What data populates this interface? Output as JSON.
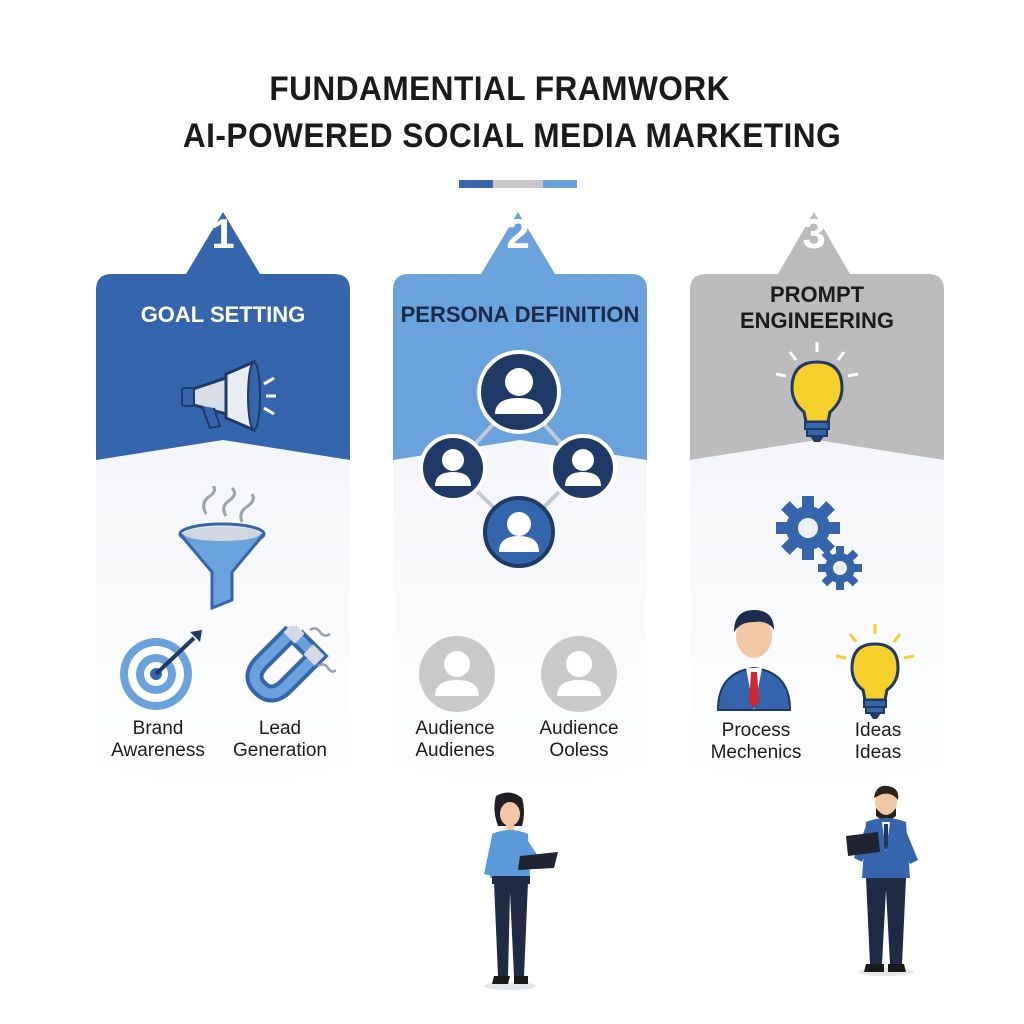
{
  "header": {
    "title_line1": "FUNDAMENTIAL FRAMWORK",
    "title_line2": "AI-POWERED SOCIAL MEDIA MARKETING"
  },
  "colors": {
    "blue_dark": "#3566ad",
    "blue_light": "#6aa3dc",
    "gray": "#bcbcbc",
    "navy": "#203a66"
  },
  "columns": [
    {
      "number": "1",
      "title": "GOAL SETTING",
      "items": [
        {
          "label_line1": "Brand",
          "label_line2": "Awareness",
          "icon": "target-icon"
        },
        {
          "label_line1": "Lead",
          "label_line2": "Generation",
          "icon": "magnet-icon"
        }
      ]
    },
    {
      "number": "2",
      "title": "PERSONA DEFINITION",
      "items": [
        {
          "label_line1": "Audience",
          "label_line2": "Audienes",
          "icon": "user-icon"
        },
        {
          "label_line1": "Audience",
          "label_line2": "Ooless",
          "icon": "user-icon"
        }
      ]
    },
    {
      "number": "3",
      "title_line1": "PROMPT",
      "title_line2": "ENGINEERING",
      "items": [
        {
          "label_line1": "Process",
          "label_line2": "Mechenics",
          "icon": "businessman-icon"
        },
        {
          "label_line1": "Ideas",
          "label_line2": "Ideas",
          "icon": "lightbulb-icon"
        }
      ]
    }
  ]
}
